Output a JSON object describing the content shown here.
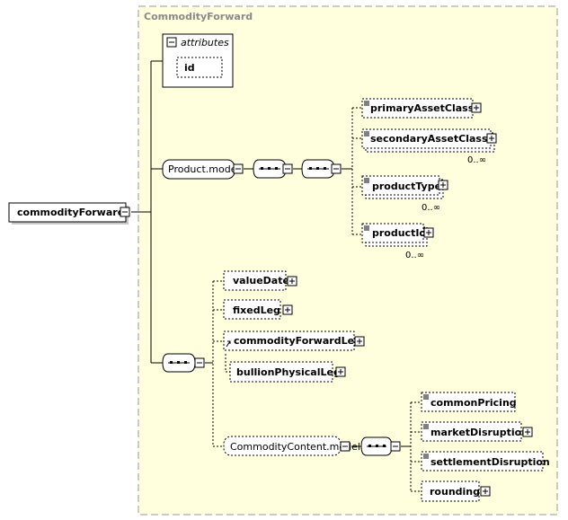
{
  "group": {
    "title": "CommodityForward"
  },
  "root": {
    "label": "commodityForward"
  },
  "attributes": {
    "title": "attributes",
    "items": [
      "id"
    ]
  },
  "product_model": {
    "label": "Product.model",
    "items": [
      {
        "label": "primaryAssetClass",
        "occurs": ""
      },
      {
        "label": "secondaryAssetClass",
        "occurs": "0..∞"
      },
      {
        "label": "productType",
        "occurs": "0..∞"
      },
      {
        "label": "productId",
        "occurs": "0..∞"
      }
    ]
  },
  "sequence_items": [
    {
      "label": "valueDate"
    },
    {
      "label": "fixedLeg"
    },
    {
      "label": "commodityForwardLeg"
    },
    {
      "label": "bullionPhysicalLeg"
    }
  ],
  "content_model": {
    "label": "CommodityContent.model",
    "items": [
      {
        "label": "commonPricing"
      },
      {
        "label": "marketDisruption"
      },
      {
        "label": "settlementDisruption"
      },
      {
        "label": "rounding"
      }
    ]
  },
  "colors": {
    "group_bg": "#ffffdd",
    "group_border": "#9a9a9a"
  },
  "icons": [
    "minus-expander-icon",
    "plus-expander-icon",
    "sequence-icon",
    "choice-icon",
    "documentation-icon",
    "reference-arrow-icon"
  ]
}
